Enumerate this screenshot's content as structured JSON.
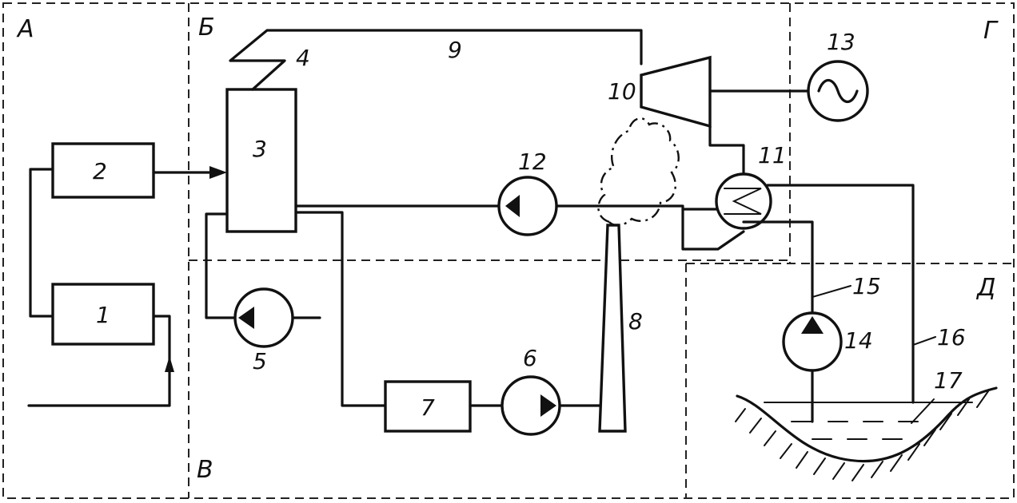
{
  "zones": {
    "a": "А",
    "b": "Б",
    "v": "В",
    "g": "Г",
    "d": "Д"
  },
  "components": {
    "c1": "1",
    "c2": "2",
    "c3": "3",
    "c4": "4",
    "c5": "5",
    "c6": "6",
    "c7": "7",
    "c8": "8",
    "c9": "9",
    "c10": "10",
    "c11": "11",
    "c12": "12",
    "c13": "13",
    "c14": "14",
    "c15": "15",
    "c16": "16",
    "c17": "17"
  },
  "icons": {
    "generator": "sine-wave-icon",
    "condenser": "heat-exchanger-icon",
    "pump": "pump-icon"
  }
}
